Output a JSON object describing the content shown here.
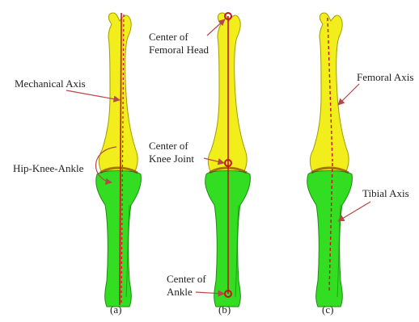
{
  "colors": {
    "femur": "#f2ee1c",
    "femur_stroke": "#a39c00",
    "tibia": "#33dd22",
    "tibia_stroke": "#1c8a12",
    "axis": "#c0161b",
    "arrow": "#b24848"
  },
  "panels": [
    {
      "caption": "(a)",
      "labels": {
        "mechanical_axis": "Mechanical Axis",
        "hka": "Hip-Knee-Ankle"
      }
    },
    {
      "caption": "(b)",
      "labels": {
        "femoral_head_1": "Center of",
        "femoral_head_2": "Femoral Head",
        "knee_joint_1": "Center of",
        "knee_joint_2": "Knee Joint",
        "ankle_1": "Center of",
        "ankle_2": "Ankle"
      }
    },
    {
      "caption": "(c)",
      "labels": {
        "femoral_axis": "Femoral Axis",
        "tibial_axis": "Tibial Axis"
      }
    }
  ]
}
